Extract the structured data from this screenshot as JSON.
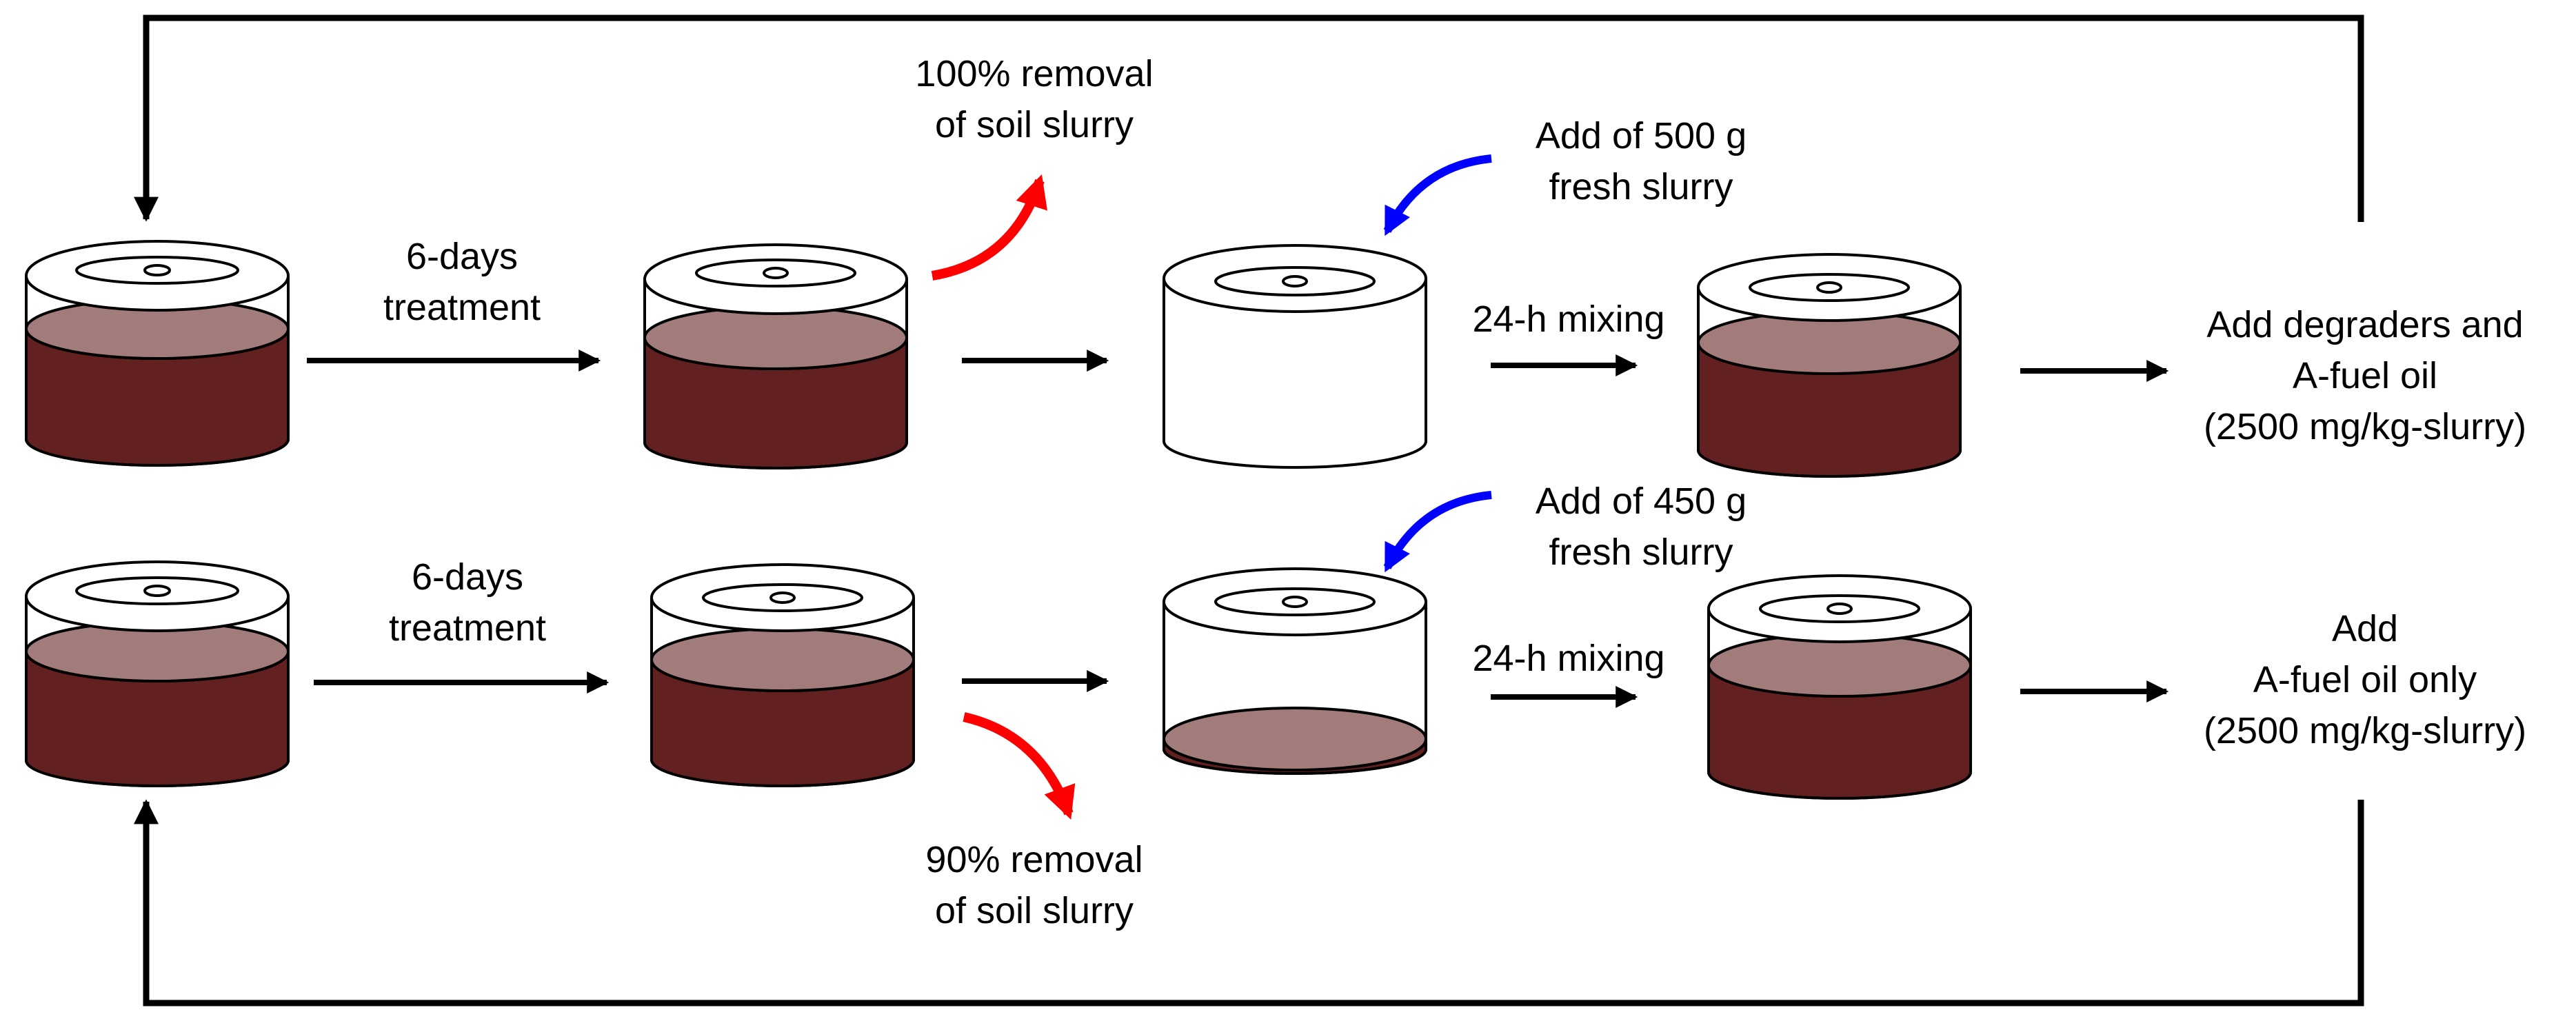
{
  "colors": {
    "slurry_body": "#622020",
    "slurry_surface": "#a27c7a",
    "line": "#000000",
    "removal_arrow": "#ff0000",
    "add_arrow": "#0000ff"
  },
  "top_row": {
    "treatment_label": [
      "6-days",
      "treatment"
    ],
    "removal_label": [
      "100% removal",
      "of soil slurry"
    ],
    "add_label": [
      "Add of 500 g",
      "fresh slurry"
    ],
    "mixing_label": "24-h mixing",
    "final_label": [
      "Add degraders and",
      "A-fuel oil",
      "(2500 mg/kg-slurry)"
    ]
  },
  "bottom_row": {
    "treatment_label": [
      "6-days",
      "treatment"
    ],
    "removal_label": [
      "90% removal",
      "of soil slurry"
    ],
    "add_label": [
      "Add of 450 g",
      "fresh slurry"
    ],
    "mixing_label": "24-h mixing",
    "final_label": [
      "Add",
      "A-fuel oil only",
      "(2500 mg/kg-slurry)"
    ]
  }
}
